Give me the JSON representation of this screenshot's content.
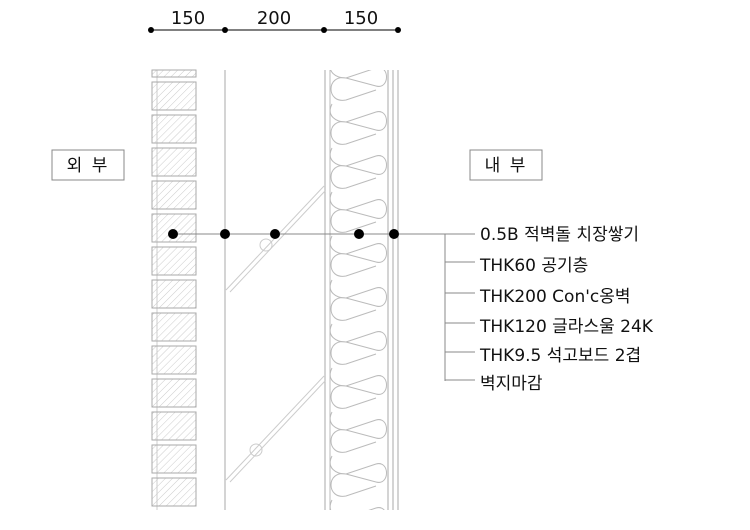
{
  "dimensions": [
    "150",
    "200",
    "150"
  ],
  "zones": {
    "exterior": "외 부",
    "interior": "내 부"
  },
  "callouts": [
    "0.5B 적벽돌 치장쌓기",
    "THK60 공기층",
    "THK200 Con'c옹벽",
    "THK120 글라스울 24K",
    "THK9.5 석고보드 2겹",
    "벽지마감"
  ],
  "colors": {
    "line": "#000000",
    "hatch": "#bbbbbb",
    "thin": "#aaaaaa"
  }
}
